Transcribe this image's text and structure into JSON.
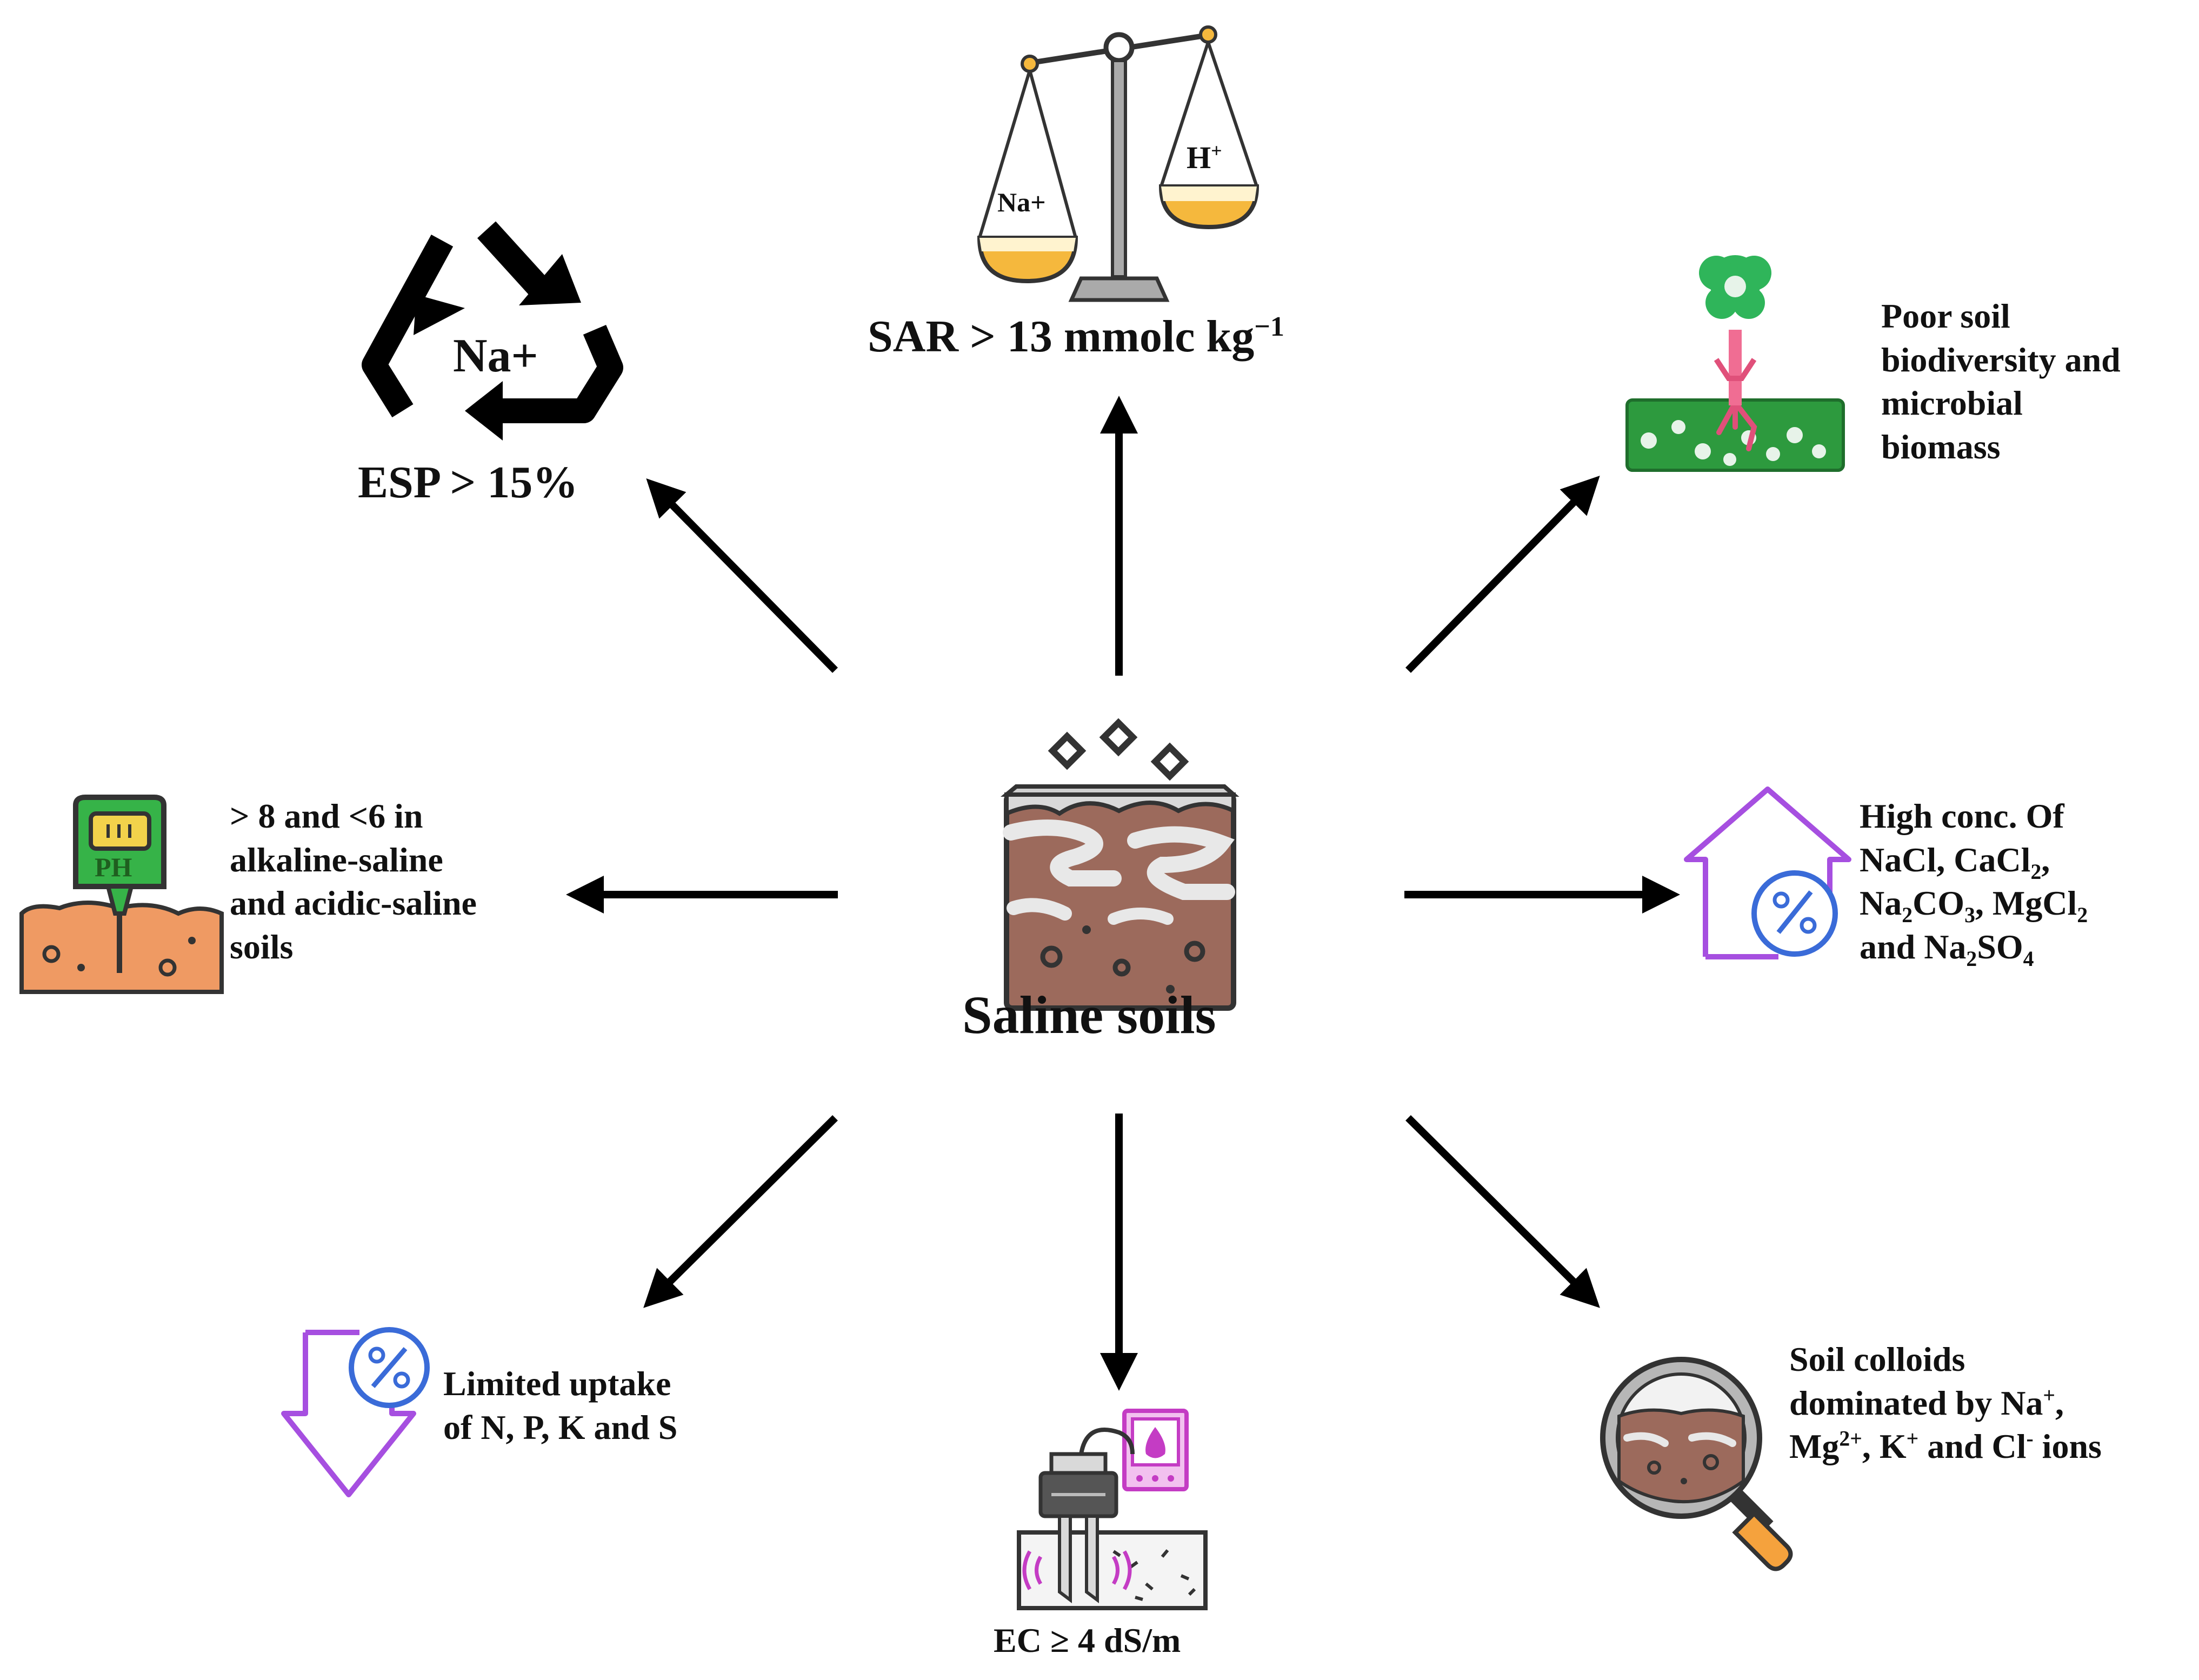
{
  "center": {
    "title": "Saline soils"
  },
  "nodes": {
    "esp": {
      "label": "ESP > 15%",
      "icon_text": "Na+",
      "icon": "recycle-arrows-icon"
    },
    "sar": {
      "label_main": "SAR > 13 mmolc kg",
      "label_sup": "−1",
      "left_pan": "Na+",
      "right_pan_base": "H",
      "right_pan_sup": "+",
      "icon": "balance-scale-icon"
    },
    "biodiversity": {
      "lines": [
        "Poor soil",
        "biodiversity and",
        "microbial",
        "biomass"
      ],
      "icon": "plant-in-soil-icon"
    },
    "ph": {
      "lines": [
        "> 8 and <6 in",
        "alkaline-saline",
        "and acidic-saline",
        "soils"
      ],
      "icon_text": "PH",
      "icon": "ph-meter-icon"
    },
    "salts": {
      "line1": "High conc. Of",
      "line2": {
        "a": "NaCl, CaCl",
        "a_sub": "2",
        "b": ","
      },
      "line3": {
        "a": "Na",
        "a_sub": "2",
        "b": "CO",
        "b_sub": "3",
        "c": ", MgCl",
        "c_sub": "2"
      },
      "line4": {
        "a": "and Na",
        "a_sub": "2",
        "b": "SO",
        "b_sub": "4"
      },
      "icon": "percent-up-arrow-icon"
    },
    "uptake": {
      "lines": [
        "Limited uptake",
        "of N, P, K and S"
      ],
      "icon": "percent-down-arrow-icon"
    },
    "ec": {
      "label": "EC ≥ 4 dS/m",
      "icon": "ec-meter-probe-icon"
    },
    "colloids": {
      "line1": "Soil colloids",
      "line2": {
        "a": "dominated by Na",
        "a_sup": "+",
        "b": ","
      },
      "line3": {
        "a": "Mg",
        "a_sup": "2+",
        "b": ", K",
        "b_sup": "+",
        "c": " and Cl",
        "c_sup": "-",
        "d": " ions"
      },
      "icon": "magnifier-soil-icon"
    }
  },
  "colors": {
    "soil": "#9c6a5c",
    "soil_dark": "#6b3f31",
    "salt": "#d9d9d9",
    "pan_fill": "#f5b83d",
    "plant_green": "#2fb55a",
    "root_pink": "#e0507a",
    "purple": "#a64fe0",
    "blue": "#3a6bd8",
    "ph_orange": "#ef9a63",
    "ph_green": "#36b348",
    "arrow": "#000000"
  }
}
